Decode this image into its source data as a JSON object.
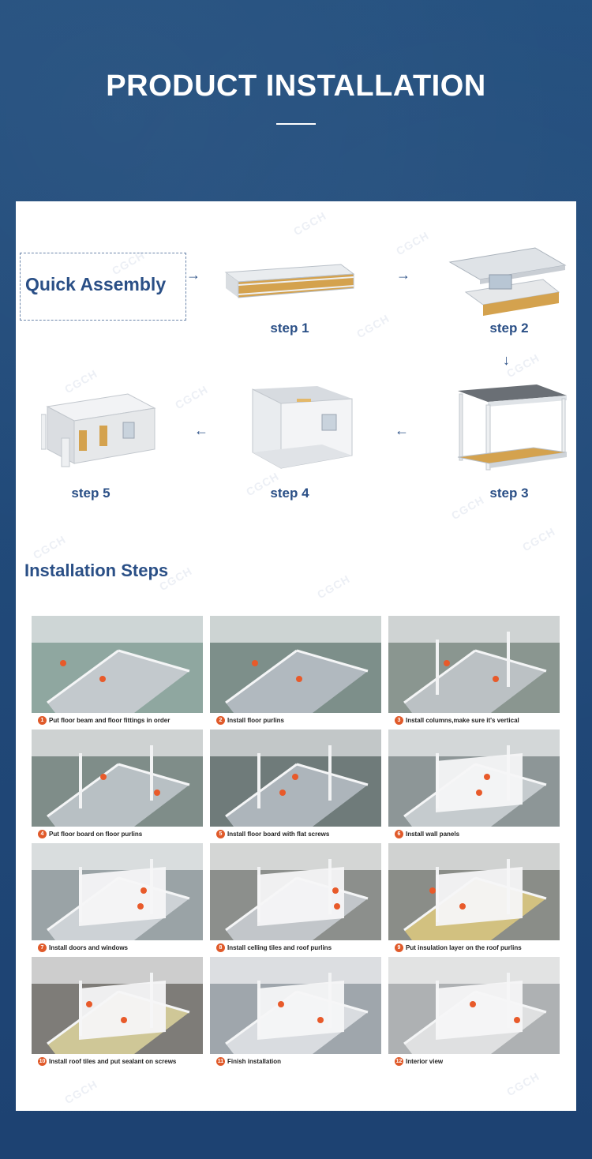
{
  "header": {
    "title": "PRODUCT INSTALLATION"
  },
  "quick_assembly": {
    "label": "Quick  Assembly",
    "steps": [
      {
        "label": "step 1"
      },
      {
        "label": "step 2"
      },
      {
        "label": "step 3"
      },
      {
        "label": "step 4"
      },
      {
        "label": "step 5"
      }
    ]
  },
  "installation_steps": {
    "title": "Installation Steps",
    "items": [
      {
        "num": "1",
        "caption": "Put floor beam and floor fittings in order"
      },
      {
        "num": "2",
        "caption": "Install floor purlins"
      },
      {
        "num": "3",
        "caption": "Install columns,make sure it's vertical"
      },
      {
        "num": "4",
        "caption": "Put floor board on floor purlins"
      },
      {
        "num": "5",
        "caption": "Install floor board with flat screws"
      },
      {
        "num": "6",
        "caption": "Install wall panels"
      },
      {
        "num": "7",
        "caption": "Install doors and windows"
      },
      {
        "num": "8",
        "caption": "Install celling tiles and roof purlins"
      },
      {
        "num": "9",
        "caption": "Put insulation layer on the roof purlins"
      },
      {
        "num": "10",
        "caption": "Install roof tiles and put sealant on screws"
      },
      {
        "num": "11",
        "caption": "Finish installation"
      },
      {
        "num": "12",
        "caption": "Interior view"
      }
    ]
  },
  "watermark": "CGCH",
  "colors": {
    "background": "#1f4677",
    "accent": "#2a4f86",
    "step_badge": "#e05a2a"
  }
}
